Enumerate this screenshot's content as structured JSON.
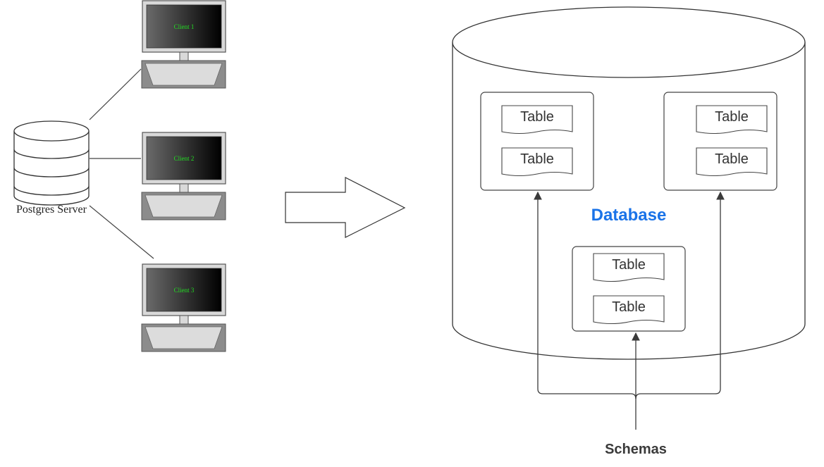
{
  "server": {
    "label": "Postgres Server",
    "icon": "database-cylinder-icon"
  },
  "clients": [
    {
      "label": "Client 1",
      "icon": "computer-terminal-icon"
    },
    {
      "label": "Client 2",
      "icon": "computer-terminal-icon"
    },
    {
      "label": "Client 3",
      "icon": "computer-terminal-icon"
    }
  ],
  "arrow": {
    "icon": "right-arrow-icon"
  },
  "database": {
    "label": "Database",
    "label_color": "#1a73e8",
    "schemas": [
      {
        "tables": [
          "Table",
          "Table"
        ]
      },
      {
        "tables": [
          "Table",
          "Table"
        ]
      },
      {
        "tables": [
          "Table",
          "Table"
        ]
      }
    ]
  },
  "schemas_label": "Schemas",
  "colors": {
    "stroke": "#444444",
    "screen_gradient_start": "#6a6a6a",
    "screen_gradient_end": "#000000",
    "monitor_frame": "#d9d9d9",
    "keyboard_base": "#8c8c8c",
    "keyboard_face": "#dcdcdc",
    "client_text": "#22dd22"
  }
}
